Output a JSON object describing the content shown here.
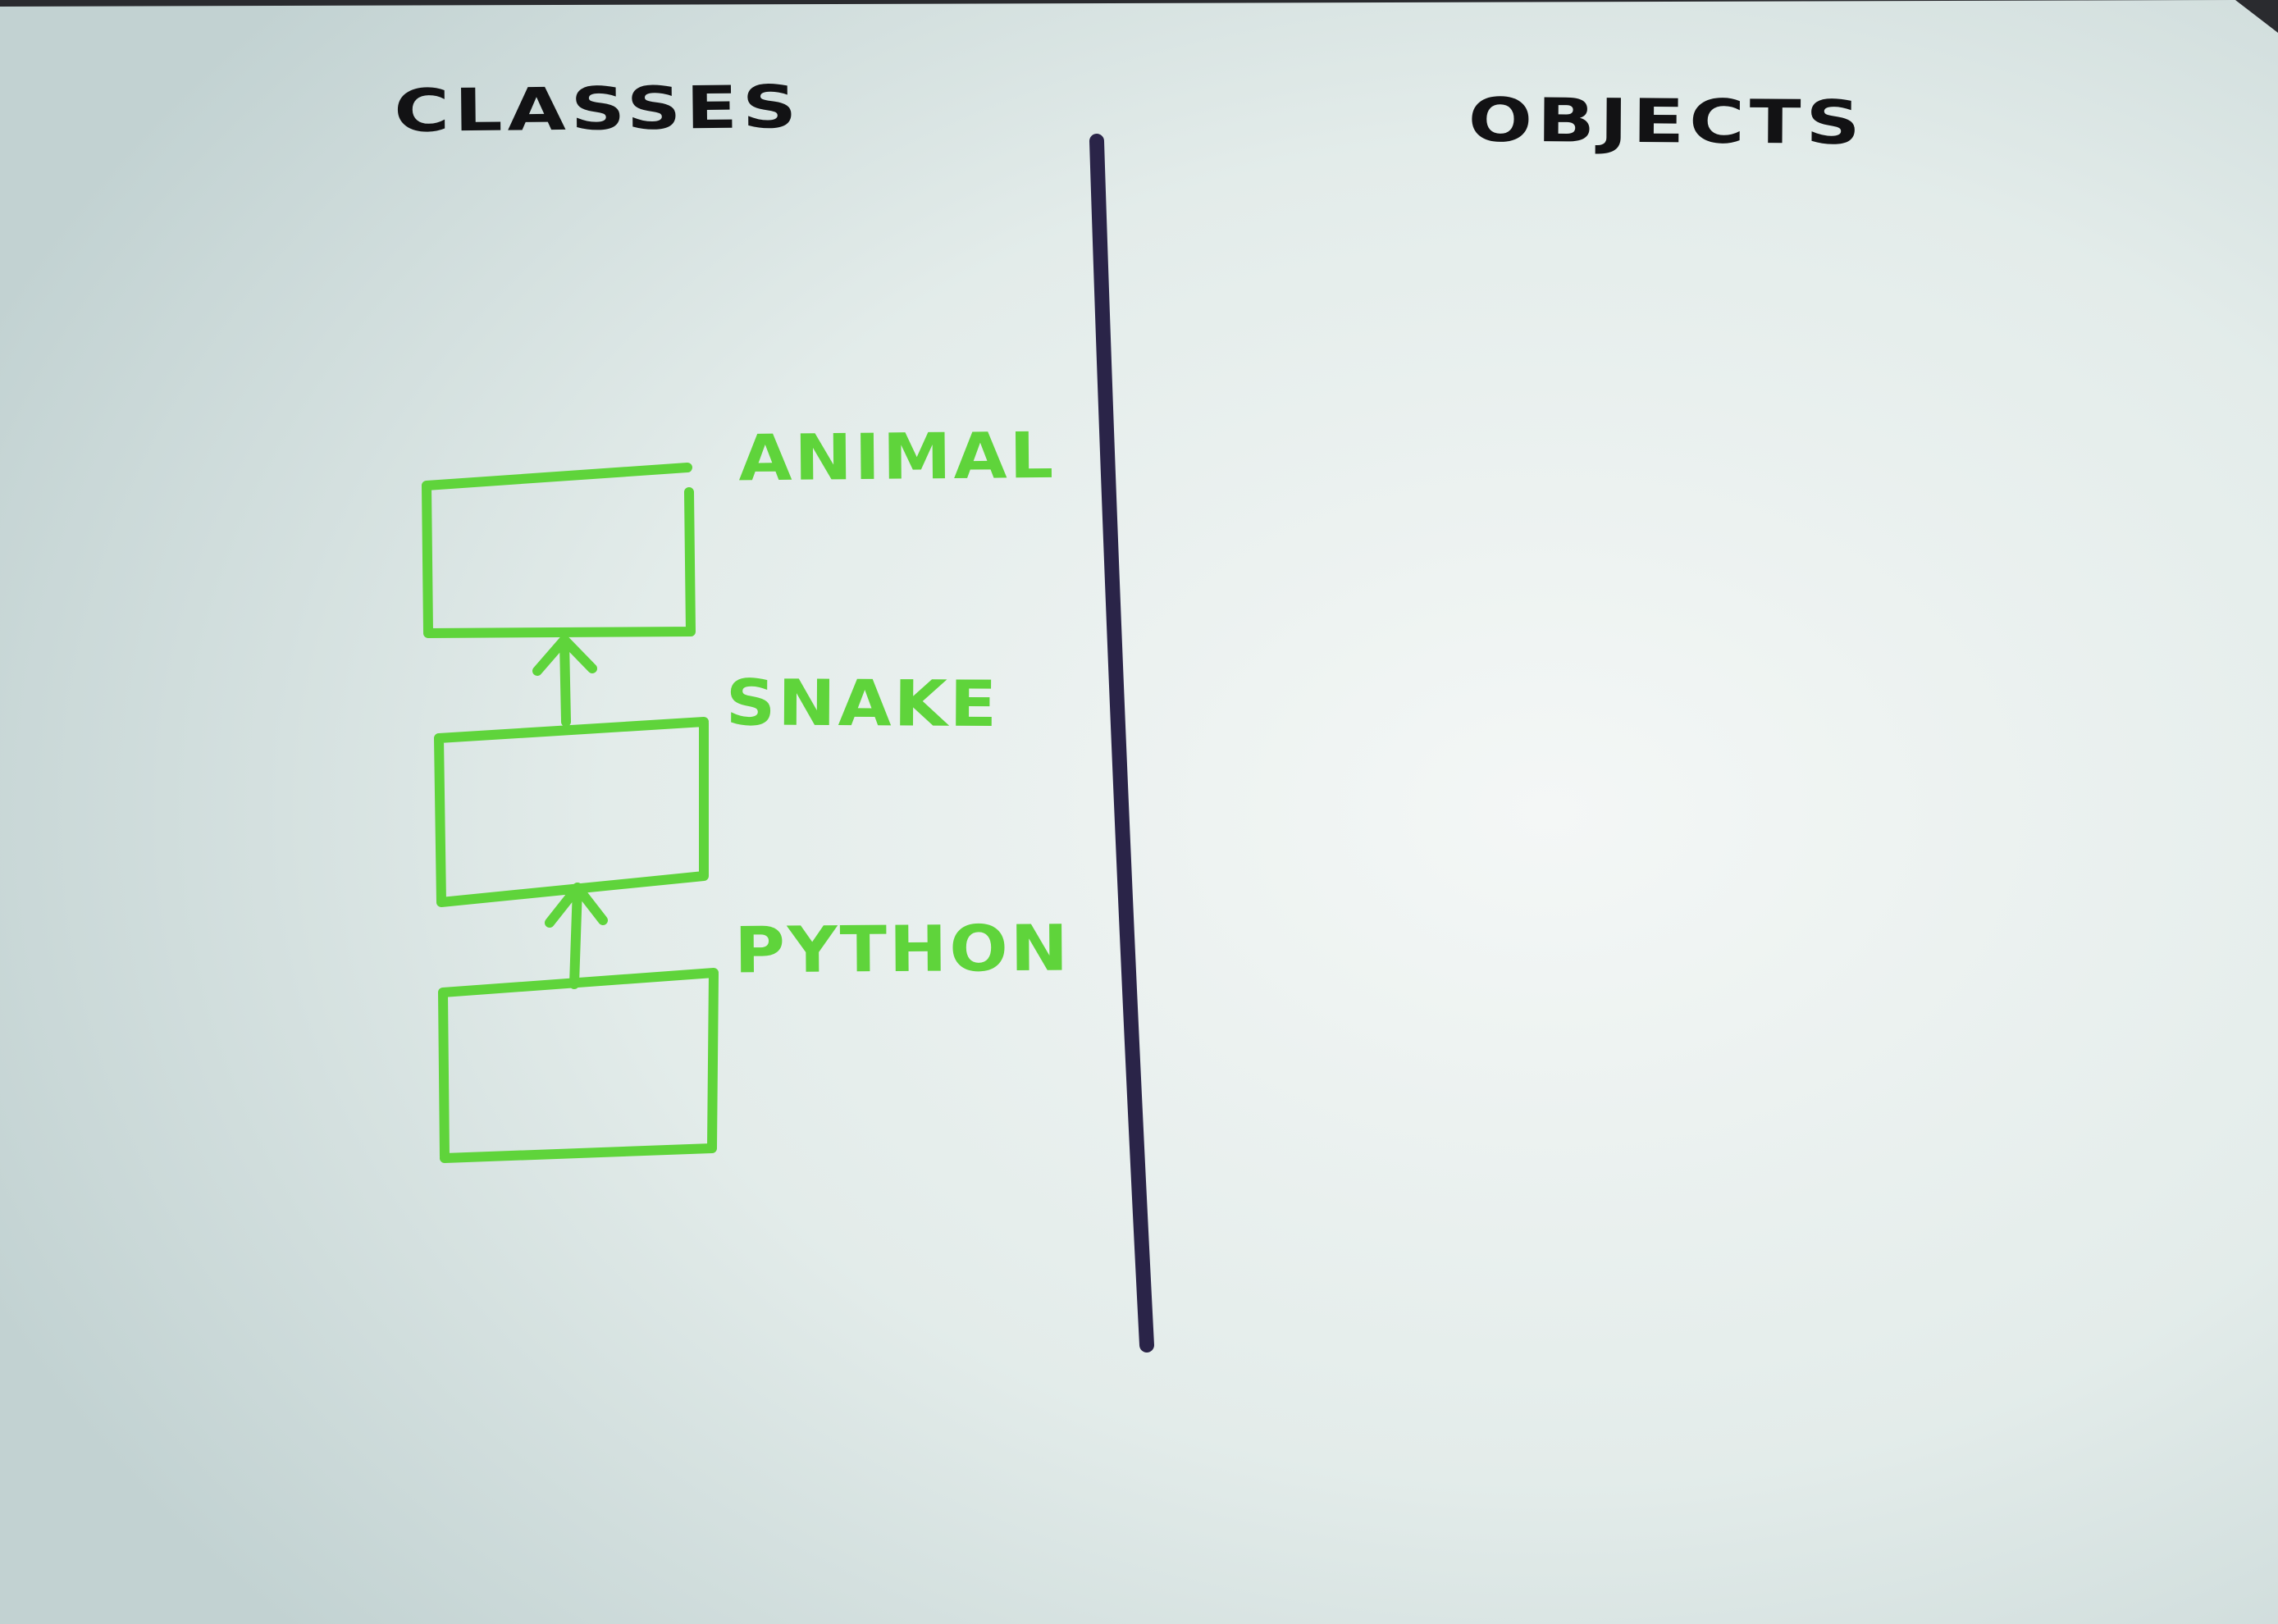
{
  "headings": {
    "left": "CLASSES",
    "right": "OBJECTS"
  },
  "classes": [
    {
      "label": "ANIMAL"
    },
    {
      "label": "SNAKE"
    },
    {
      "label": "PYTHON"
    }
  ],
  "colors": {
    "marker_green": "#5fd43b",
    "divider": "#2a2448",
    "heading_ink": "#121214",
    "paper_light": "#eef3f2",
    "paper_shade": "#c9d6d6"
  }
}
